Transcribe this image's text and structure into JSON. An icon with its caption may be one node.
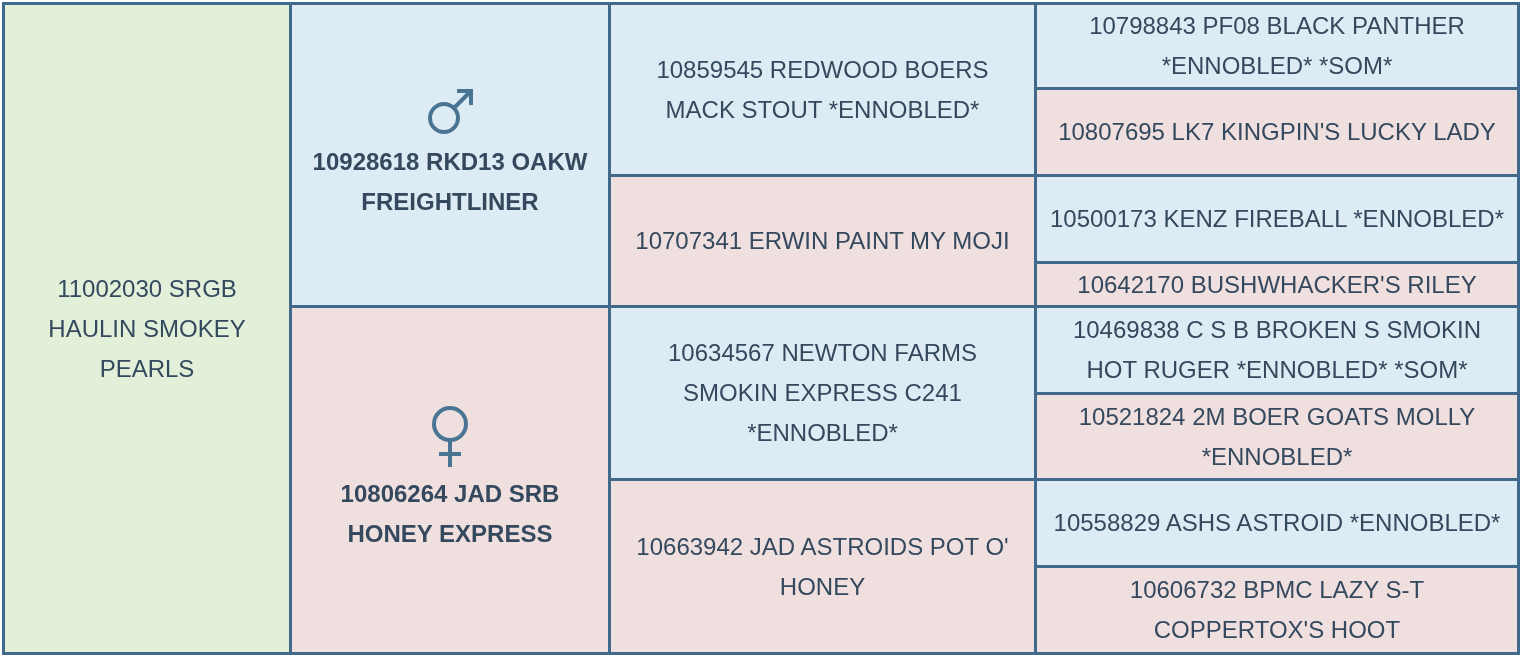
{
  "diagram": {
    "nodes": [
      {
        "text": [
          "11002030 SRGB HAULIN SMOKEY PEARLS"
        ]
      },
      {
        "text": [
          "10928618 RKD13 OAKW FREIGHTLINER"
        ]
      },
      {
        "text": [
          "10859545 REDWOOD BOERS MACK STOUT *ENNOBLED*"
        ]
      },
      {
        "text": [
          "10798843 PF08 BLACK PANTHER *ENNOBLED* *SOM*"
        ]
      },
      {
        "text": [
          "10807695 LK7 KINGPIN'S LUCKY LADY"
        ]
      },
      {
        "text": [
          "10707341 ERWIN PAINT MY MOJI"
        ]
      },
      {
        "text": [
          "10500173 KENZ FIREBALL *ENNOBLED*"
        ]
      },
      {
        "text": [
          "10642170 BUSHWHACKER'S RILEY"
        ]
      },
      {
        "text": [
          "10806264 JAD SRB HONEY EXPRESS"
        ]
      },
      {
        "text": [
          "10634567 NEWTON FARMS SMOKIN EXPRESS C241 *ENNOBLED*"
        ]
      },
      {
        "text": [
          "10469838 C S B BROKEN S SMOKIN HOT RUGER *ENNOBLED* *SOM*"
        ]
      },
      {
        "text": [
          "10521824 2M BOER GOATS MOLLY *ENNOBLED*"
        ]
      },
      {
        "text": [
          "10663942 JAD ASTROIDS POT O' HONEY"
        ]
      },
      {
        "text": [
          "10558829 ASHS ASTROID *ENNOBLED*"
        ]
      },
      {
        "text": [
          "10606732 BPMC LAZY S-T COPPERTOX'S HOOT"
        ]
      }
    ]
  }
}
